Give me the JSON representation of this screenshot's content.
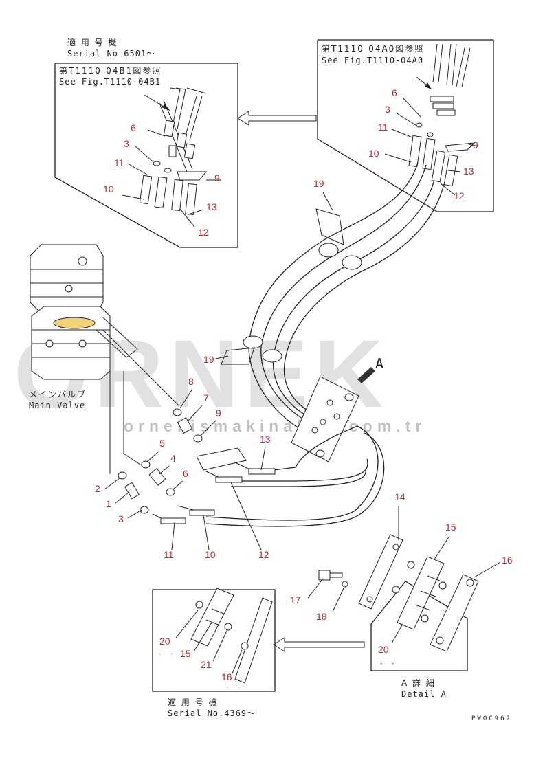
{
  "watermark": {
    "big": "ORNEK",
    "url": "ornekismakinalari.com.tr"
  },
  "box_top_left": {
    "serial_jp": "適 用 号 機",
    "serial_en": "Serial No 6501～",
    "ref_jp": "第T1110-04B1図参照",
    "ref_en": "See Fig.T1110-04B1",
    "callouts": [
      "6",
      "3",
      "11",
      "10",
      "9",
      "13",
      "12"
    ]
  },
  "box_top_right": {
    "ref_jp": "第T1110-04A0図参照",
    "ref_en": "See Fig.T1110-04A0",
    "callouts": [
      "6",
      "3",
      "11",
      "10",
      "9",
      "13",
      "12"
    ]
  },
  "main_valve": {
    "label_jp": "メインバルブ",
    "label_en": "Main Valve"
  },
  "main_callouts": [
    "19",
    "19",
    "8",
    "7",
    "9",
    "5",
    "4",
    "6",
    "2",
    "1",
    "3",
    "13",
    "11",
    "10",
    "12"
  ],
  "view_marker": "A",
  "detail_a": {
    "title_jp": "A 詳 細",
    "title_en": "Detail A",
    "callouts": [
      "14",
      "15",
      "16",
      "17",
      "18",
      "20"
    ]
  },
  "box_bottom": {
    "serial_jp": "適 用 号 機",
    "serial_en": "Serial No.4369～",
    "callouts": [
      "20",
      "15",
      "21",
      "16"
    ]
  },
  "drawing_code": "PWOC962",
  "colors": {
    "line": "#222222",
    "callout": "#c0252b",
    "watermark": "#bdbdbd",
    "highlight": "#f3d27a"
  }
}
